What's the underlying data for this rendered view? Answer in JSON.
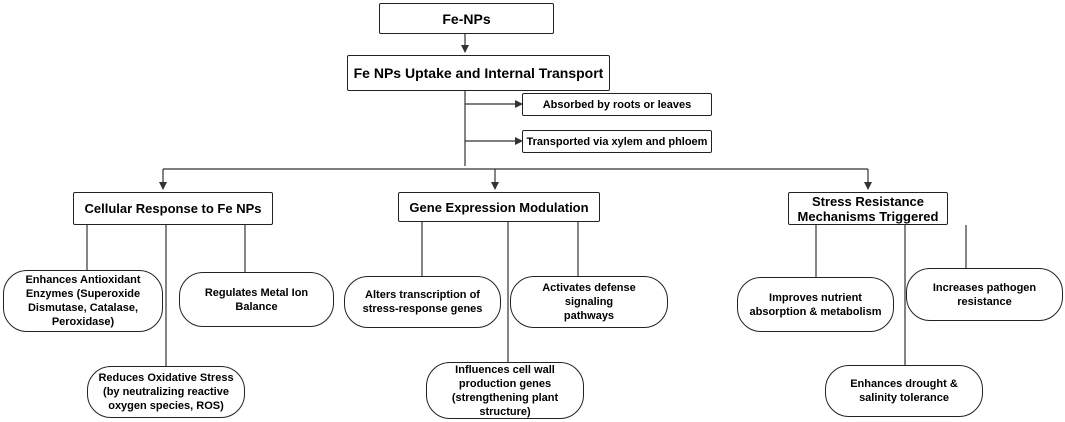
{
  "nodes": {
    "root": "Fe-NPs",
    "uptake": "Fe NPs Uptake and Internal Transport",
    "absorbed": "Absorbed by roots or leaves",
    "transported": "Transported via xylem and phloem",
    "cellular": "Cellular Response to Fe NPs",
    "gene": "Gene Expression Modulation",
    "stress_line1": "Stress Resistance",
    "stress_line2": "Mechanisms Triggered",
    "antioxidant_line1": "Enhances Antioxidant",
    "antioxidant_line2": "Enzymes (Superoxide",
    "antioxidant_line3": "Dismutase, Catalase,",
    "antioxidant_line4": "Peroxidase)",
    "metal_line1": "Regulates Metal Ion",
    "metal_line2": "Balance",
    "oxidative_line1": "Reduces Oxidative Stress",
    "oxidative_line2": "(by neutralizing reactive",
    "oxidative_line3": "oxygen species, ROS)",
    "transcription_line1": "Alters transcription of",
    "transcription_line2": "stress-response genes",
    "defense_line1": "Activates defense  signaling",
    "defense_line2": "pathways",
    "cellwall_line1": "Influences cell wall",
    "cellwall_line2": "production genes",
    "cellwall_line3": "(strengthening plant",
    "cellwall_line4": "structure)",
    "nutrient_line1": "Improves nutrient",
    "nutrient_line2": "absorption & metabolism",
    "pathogen_line1": "Increases pathogen",
    "pathogen_line2": "resistance",
    "drought_line1": "Enhances drought &",
    "drought_line2": "salinity tolerance"
  },
  "colors": {
    "line": "#333333",
    "border": "#222222"
  }
}
